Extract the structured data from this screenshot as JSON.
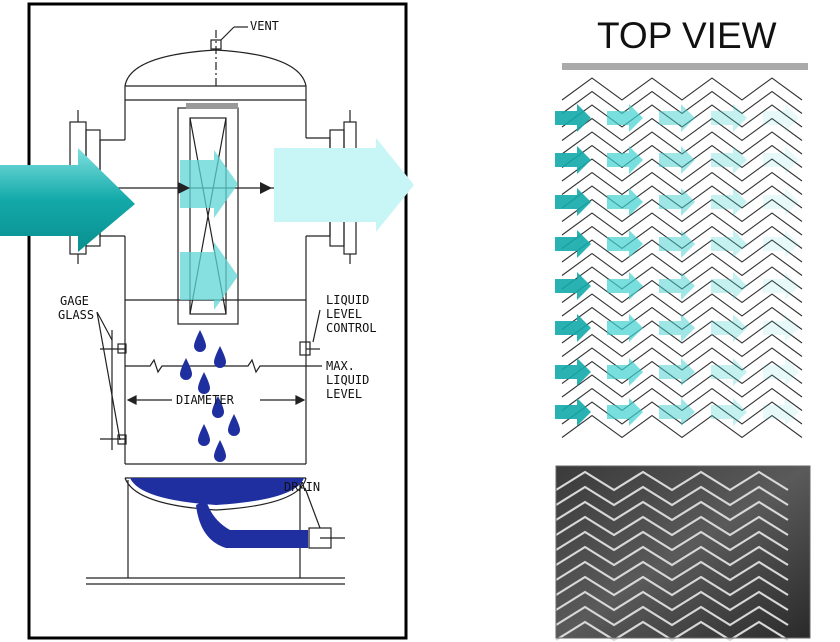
{
  "title": "TOP VIEW",
  "labels": {
    "vent": "VENT",
    "gage_line1": "GAGE",
    "gage_line2": "GLASS",
    "llc_line1": "LIQUID",
    "llc_line2": "LEVEL",
    "llc_line3": "CONTROL",
    "max_line1": "MAX.",
    "max_line2": "LIQUID",
    "max_line3": "LEVEL",
    "diameter": "DIAMETER",
    "drain": "DRAIN"
  },
  "colors": {
    "inlet_arrow": "#1fb5b5",
    "outlet_arrow": "#c8f6f6",
    "internal_arrow": "#5fd6d6",
    "liquid": "#1f2fa0",
    "line": "#222222"
  }
}
